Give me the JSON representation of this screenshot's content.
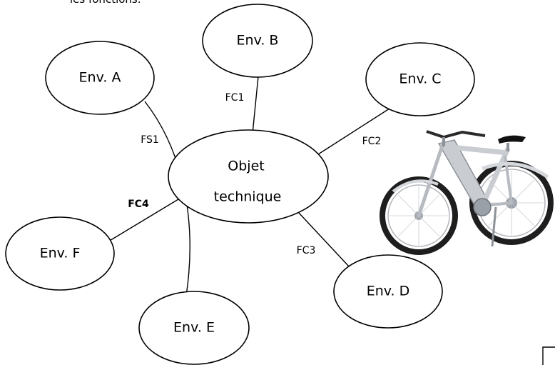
{
  "header": {
    "partial_text": "les fonctions."
  },
  "center": {
    "label_line1": "Objet",
    "label_line2": "technique"
  },
  "environments": [
    {
      "id": "A",
      "label": "Env. A"
    },
    {
      "id": "B",
      "label": "Env. B"
    },
    {
      "id": "C",
      "label": "Env. C"
    },
    {
      "id": "D",
      "label": "Env. D"
    },
    {
      "id": "E",
      "label": "Env. E"
    },
    {
      "id": "F",
      "label": "Env. F"
    }
  ],
  "functions": [
    {
      "id": "FC1",
      "label": "FC1"
    },
    {
      "id": "FC2",
      "label": "FC2"
    },
    {
      "id": "FC3",
      "label": "FC3"
    },
    {
      "id": "FC4",
      "label": "FC4"
    },
    {
      "id": "FS1",
      "label": "FS1"
    }
  ],
  "illustration": {
    "name": "electric-bicycle",
    "colors": {
      "frame": "#c9ccd1",
      "frame_shadow": "#8d9299",
      "tire": "#1e1e1e",
      "saddle": "#111111"
    }
  }
}
